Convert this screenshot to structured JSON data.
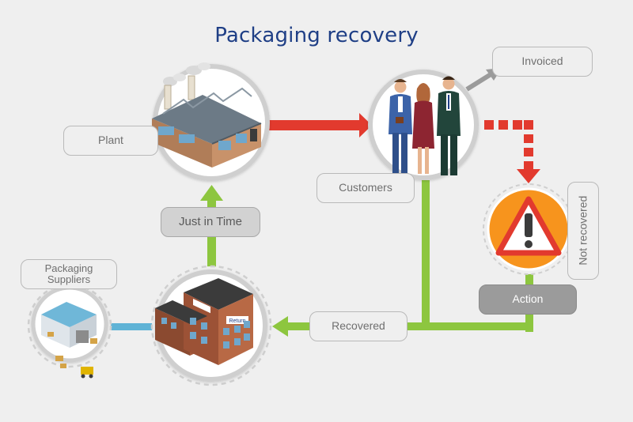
{
  "title": "Packaging recovery",
  "labels": {
    "invoiced": "Invoiced",
    "plant": "Plant",
    "customers": "Customers",
    "not_recovered": "Not recovered",
    "just_in_time": "Just in Time",
    "action": "Action",
    "packaging_suppliers": "Packaging Suppliers",
    "recovered": "Recovered"
  },
  "building_sign": "Return",
  "colors": {
    "title": "#1f3f86",
    "red_flow": "#e23a2e",
    "green_flow": "#8dc63f",
    "blue_flow": "#5fb3d6",
    "grey_flow": "#9b9b9b",
    "warning_fill": "#f7941d"
  }
}
